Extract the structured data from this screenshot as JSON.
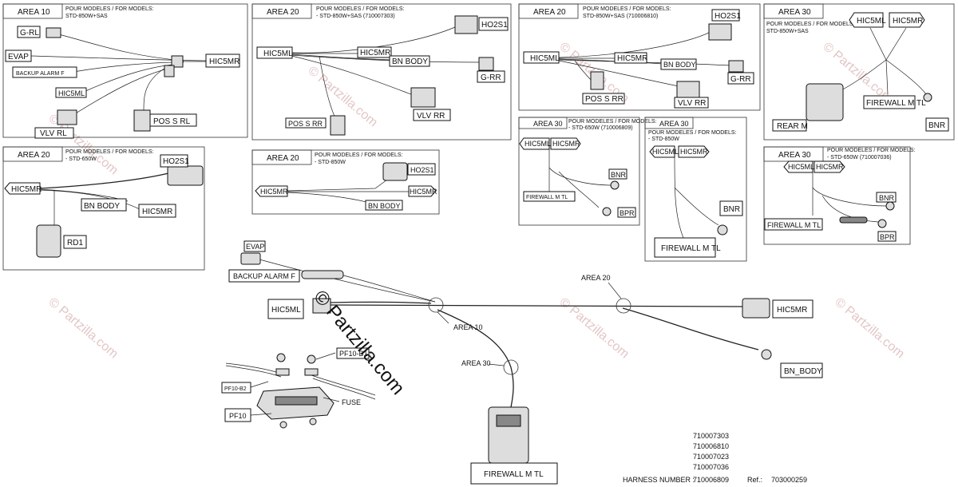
{
  "watermark": "© Partzilla.com",
  "center_watermark": "© Partzilla.com",
  "header_models": "POUR MODELES / FOR MODELS:",
  "boxes": {
    "a10": {
      "area": "AREA 10",
      "models": "STD-850W+SAS",
      "labels": {
        "grl": "G-RL",
        "evap": "EVAP",
        "backup": "BACKUP ALARM F",
        "hic5mr": "HIC5MR",
        "hic5ml": "HIC5ML",
        "vlvrl": "VLV RL",
        "posrl": "POS S RL"
      }
    },
    "a20a": {
      "area": "AREA 20",
      "models": "- STD-850W+SAS (710007303)",
      "labels": {
        "ho2s1": "HO2S1",
        "hic5ml": "HIC5ML",
        "hic5mr": "HIC5MR",
        "bnbody": "BN BODY",
        "grr": "G-RR",
        "vlvrr": "VLV RR",
        "posrr": "POS S RR"
      }
    },
    "a20b": {
      "area": "AREA 20",
      "models": "STD-850W+SAS (710006810)",
      "labels": {
        "ho2s1": "HO2S1",
        "hic5ml": "HIC5ML",
        "hic5mr": "HIC5MR",
        "bnbody": "BN BODY",
        "grr": "G-RR",
        "posrr": "POS S RR",
        "vlvrr": "VLV RR"
      }
    },
    "a30a": {
      "area": "AREA 30",
      "models": "STD-850W+SAS",
      "labels": {
        "hic5ml": "HIC5ML",
        "hic5mr": "HIC5MR",
        "firewall": "FIREWALL M TL",
        "rear": "REAR M",
        "bnr": "BNR"
      }
    },
    "a20c": {
      "area": "AREA 20",
      "models": "- STD-650W",
      "labels": {
        "hic5mr": "HIC5MR",
        "ho2s1": "HO2S1",
        "bnbody": "BN BODY",
        "hic5mr2": "HIC5MR",
        "rd1": "RD1"
      }
    },
    "a20d": {
      "area": "AREA 20",
      "models": "- STD-850W",
      "labels": {
        "ho2s1": "HO2S1",
        "hic5mr": "HIC5MR",
        "hic5mr2": "HIC5MR",
        "bnbody": "BN BODY"
      }
    },
    "a30b": {
      "area": "AREA 30",
      "models": "- STD-650W (710006809)",
      "labels": {
        "hic5ml": "HIC5ML",
        "hic5mr": "HIC5MR",
        "firewall": "FIREWALL M TL",
        "bnr": "BNR",
        "bpr": "BPR"
      }
    },
    "a30c": {
      "area": "AREA 30",
      "models": "- STD-850W",
      "labels": {
        "hic5ml": "HIC5ML",
        "hic5mr": "HIC5MR",
        "bnr": "BNR",
        "firewall": "FIREWALL M TL"
      }
    },
    "a30d": {
      "area": "AREA 30",
      "models": "- STD-650W (710007036)",
      "labels": {
        "hic5ml": "HIC5ML",
        "hic5mr": "HIC5MR",
        "bnr": "BNR",
        "firewall": "FIREWALL M TL",
        "bpr": "BPR"
      }
    }
  },
  "main": {
    "evap": "EVAP",
    "backup": "BACKUP ALARM F",
    "hic5ml": "HIC5ML",
    "hic5mr": "HIC5MR",
    "bnbody": "BN_BODY",
    "firewall": "FIREWALL M TL",
    "area10": "AREA 10",
    "area20": "AREA 20",
    "area30": "AREA 30",
    "pf10b1": "PF10-B1",
    "pf10b2": "PF10-B2",
    "pf10": "PF10",
    "fuse": "FUSE"
  },
  "part_numbers": [
    "710007303",
    "710006810",
    "710007023",
    "710007036",
    "710006809"
  ],
  "harness_label": "HARNESS NUMBER :",
  "ref_label": "Ref.:",
  "ref_value": "703000259"
}
